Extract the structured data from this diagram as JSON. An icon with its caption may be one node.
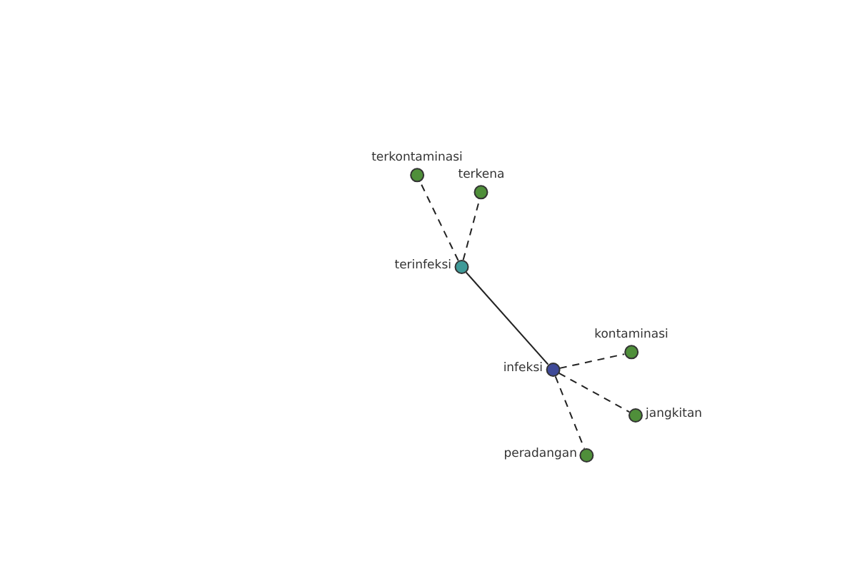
{
  "diagram": {
    "nodes": [
      {
        "text": [
          "terkontaminasi"
        ]
      },
      {
        "text": [
          "terkena"
        ]
      },
      {
        "text": [
          "terinfeksi"
        ]
      },
      {
        "text": [
          "infeksi"
        ]
      },
      {
        "text": [
          "kontaminasi"
        ]
      },
      {
        "text": [
          "jangkitan"
        ]
      },
      {
        "text": [
          "peradangan"
        ]
      }
    ],
    "edges": [
      {
        "from": 2,
        "to": 0,
        "arrow": "none",
        "style": "dashed"
      },
      {
        "from": 2,
        "to": 1,
        "arrow": "none",
        "style": "dashed"
      },
      {
        "from": 2,
        "to": 3,
        "arrow": "none"
      },
      {
        "from": 3,
        "to": 4,
        "arrow": "none",
        "style": "dashed"
      },
      {
        "from": 3,
        "to": 5,
        "arrow": "none",
        "style": "dashed"
      },
      {
        "from": 3,
        "to": 6,
        "arrow": "none",
        "style": "dashed"
      }
    ]
  }
}
